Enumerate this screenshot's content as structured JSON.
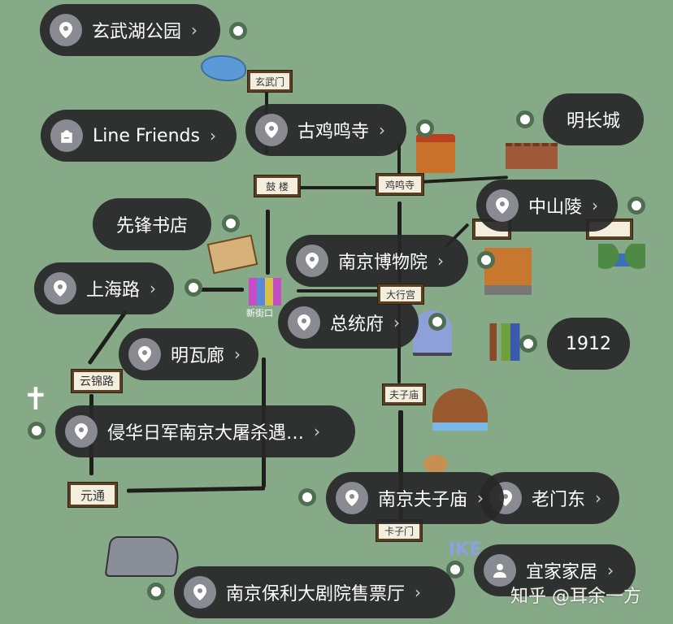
{
  "map": {
    "background_color": "#86aa88",
    "pill_color": "#2b2b2b",
    "road_labels": [
      "玄武门",
      "鼓 楼",
      "鸡鸣寺",
      "大行宫",
      "新街口",
      "云锦路",
      "元通",
      "夫子庙",
      "卡子门"
    ]
  },
  "places": [
    {
      "label": "玄武湖公园",
      "icon": "pin-icon"
    },
    {
      "label": "Line Friends",
      "icon": "shopping-bag-icon"
    },
    {
      "label": "古鸡鸣寺",
      "icon": "pin-icon"
    },
    {
      "label": "明长城",
      "icon": ""
    },
    {
      "label": "中山陵",
      "icon": "pin-icon"
    },
    {
      "label": "先锋书店",
      "icon": ""
    },
    {
      "label": "南京博物院",
      "icon": "pin-icon"
    },
    {
      "label": "上海路",
      "icon": "pin-icon"
    },
    {
      "label": "总统府",
      "icon": "pin-icon"
    },
    {
      "label": "1912",
      "icon": ""
    },
    {
      "label": "明瓦廊",
      "icon": "pin-icon"
    },
    {
      "label": "侵华日军南京大屠杀遇…",
      "icon": "pin-icon"
    },
    {
      "label": "南京夫子庙",
      "icon": "pin-icon"
    },
    {
      "label": "老门东",
      "icon": "pin-icon"
    },
    {
      "label": "宜家家居",
      "icon": "person-icon"
    },
    {
      "label": "南京保利大剧院售票厅",
      "icon": "pin-icon"
    }
  ],
  "chevron": "›",
  "watermark": "知乎 @耳余一方"
}
